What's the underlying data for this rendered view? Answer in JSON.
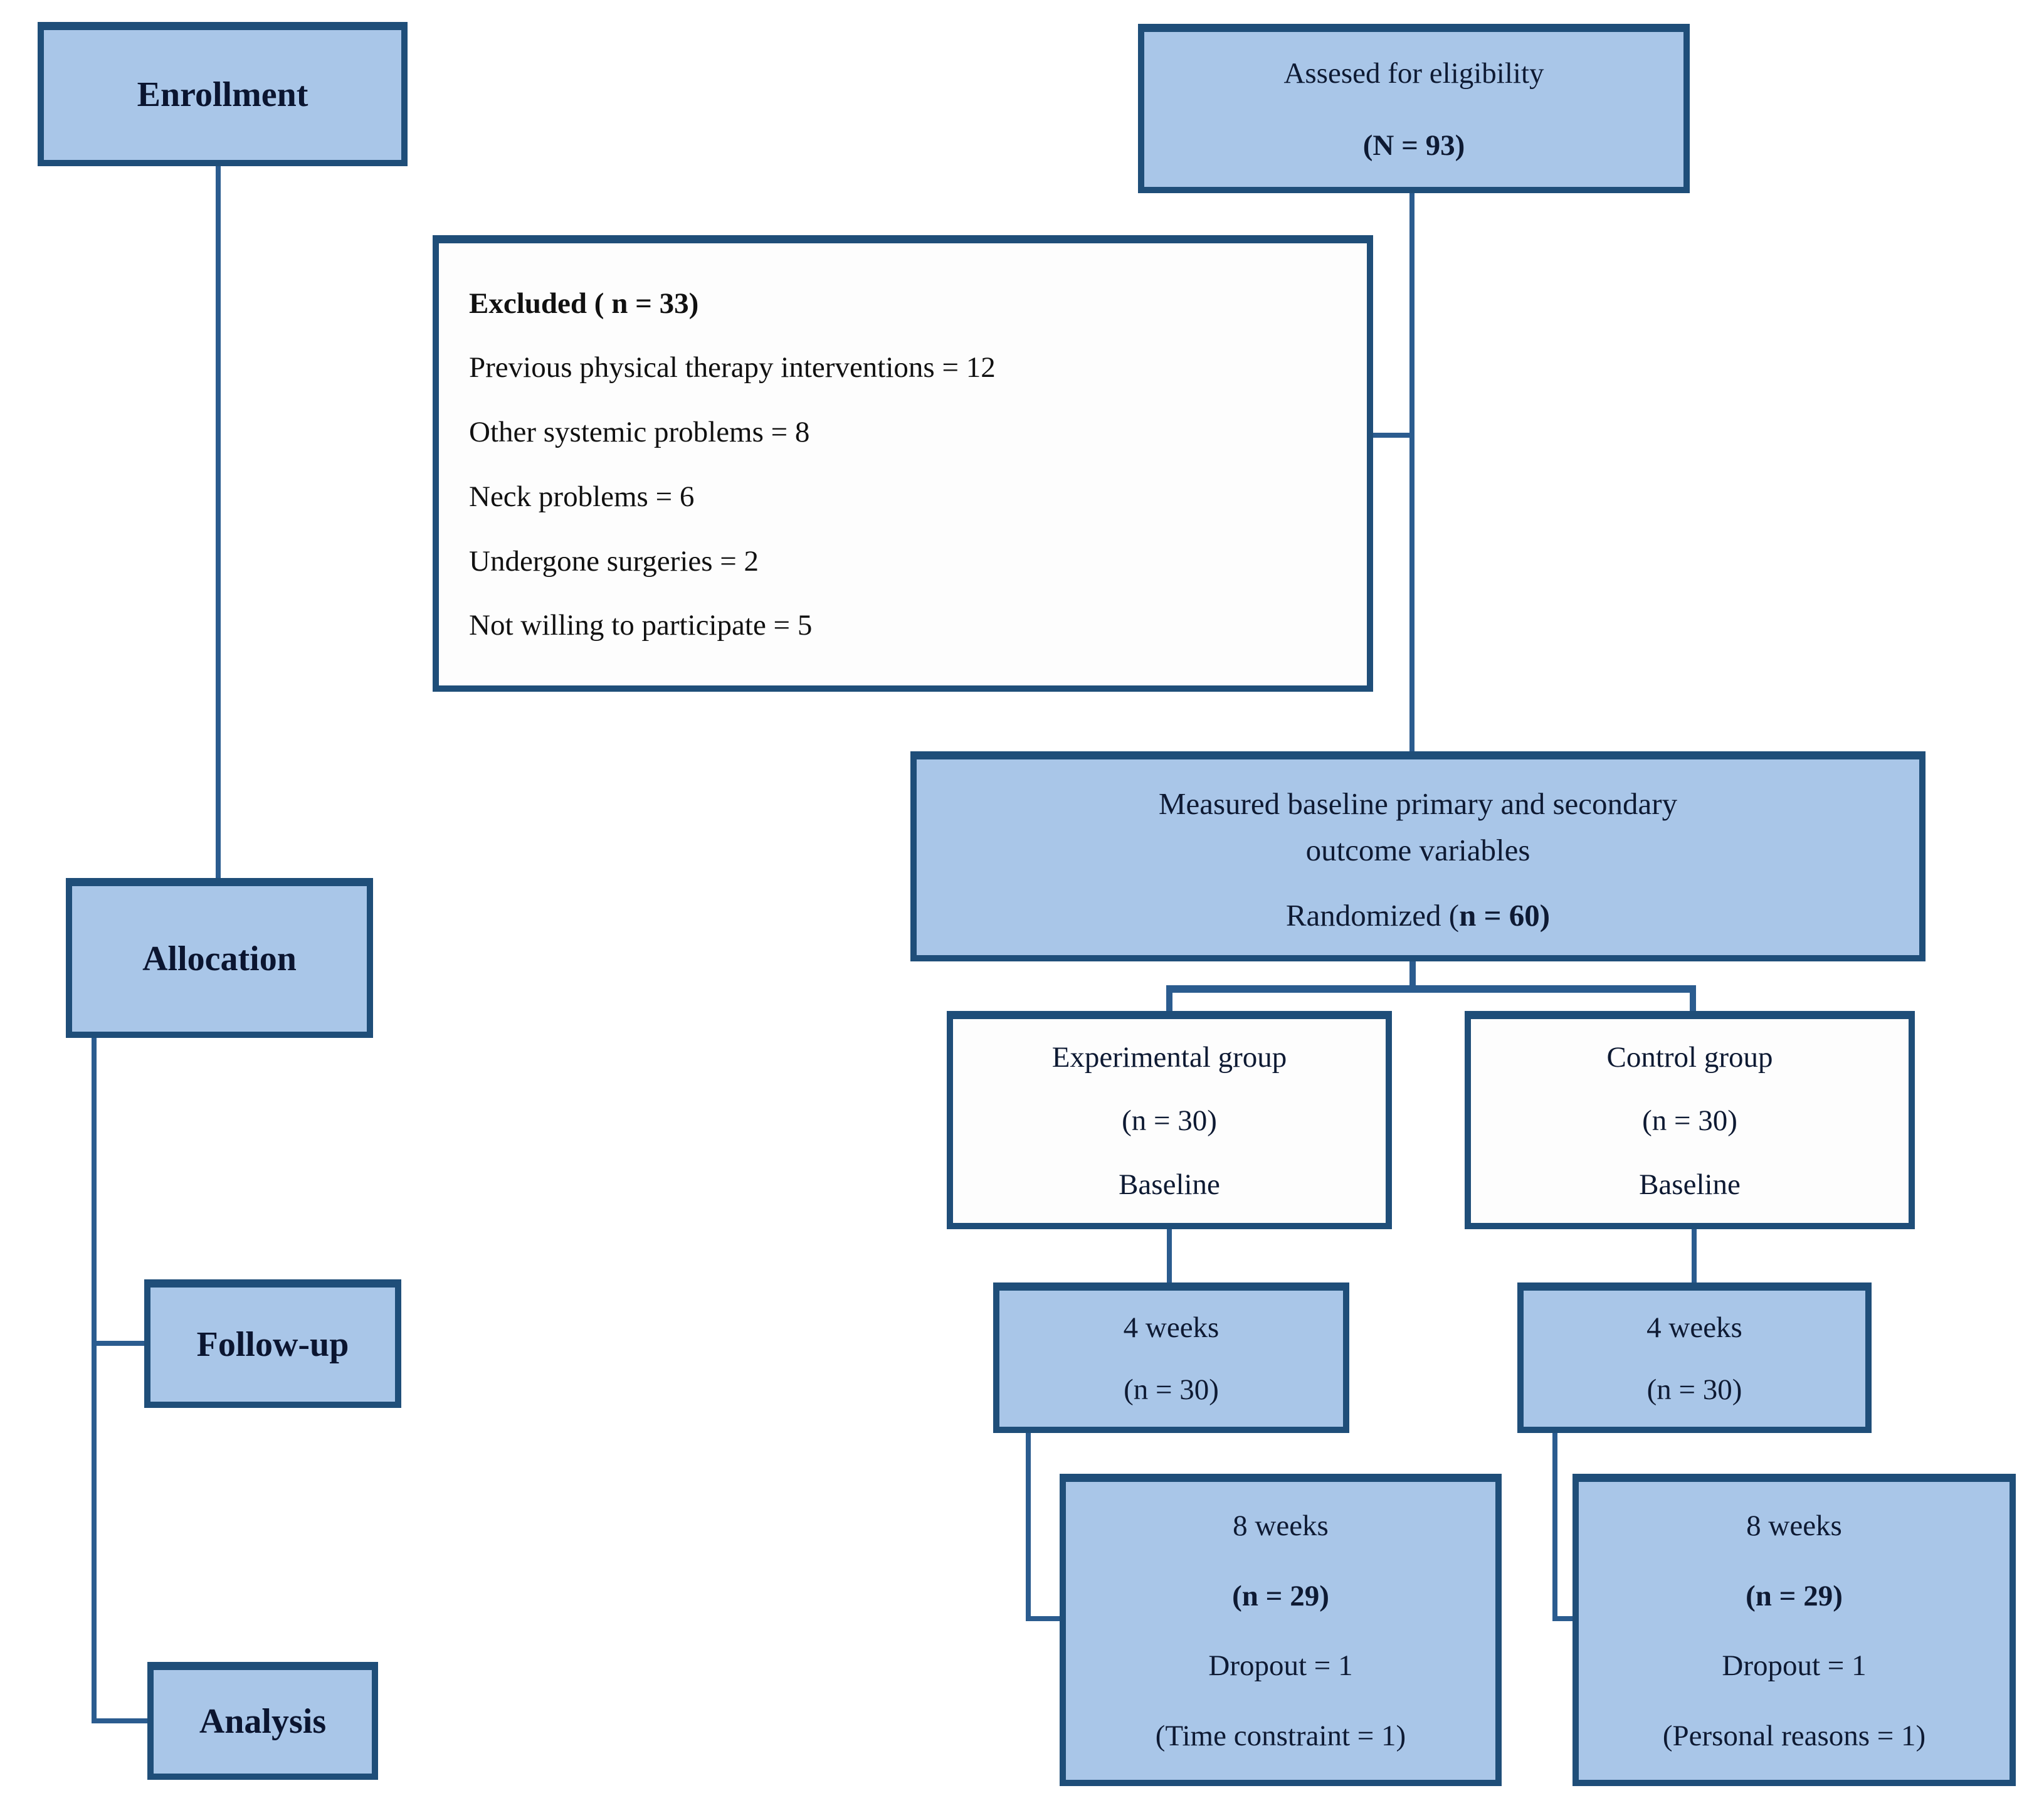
{
  "figure": {
    "type": "consort-flow-diagram",
    "colors": {
      "box_fill": "#a9c6e8",
      "box_border": "#1f4e79",
      "connector": "#2b5c8f",
      "text": "#0e1a33"
    },
    "stages": {
      "enrollment": "Enrollment",
      "allocation": "Allocation",
      "followup": "Follow-up",
      "analysis": "Analysis"
    },
    "assessed": {
      "title": "Assesed for eligibility",
      "count": "(N = 93)"
    },
    "excluded": {
      "title": "Excluded ( n = 33)",
      "items": [
        "Previous physical therapy interventions = 12",
        "Other systemic problems = 8",
        "Neck problems = 6",
        "Undergone surgeries = 2",
        "Not willing to participate = 5"
      ]
    },
    "measured": {
      "line1": "Measured baseline primary and secondary",
      "line2": "outcome variables",
      "randomized_prefix": "Randomized (",
      "randomized_bold": "n = 60)"
    },
    "experimental": {
      "title": "Experimental group",
      "count": "(n = 30)",
      "baseline": "Baseline"
    },
    "control": {
      "title": "Control group",
      "count": "(n = 30)",
      "baseline": "Baseline"
    },
    "week4_experimental": {
      "title": "4 weeks",
      "count": "(n = 30)"
    },
    "week4_control": {
      "title": "4 weeks",
      "count": "(n = 30)"
    },
    "week8_experimental": {
      "title": "8 weeks",
      "count": "(n = 29)",
      "dropout": "Dropout = 1",
      "reason": "(Time constraint = 1)"
    },
    "week8_control": {
      "title": "8 weeks",
      "count": "(n = 29)",
      "dropout": "Dropout = 1",
      "reason": "(Personal reasons = 1)"
    }
  }
}
